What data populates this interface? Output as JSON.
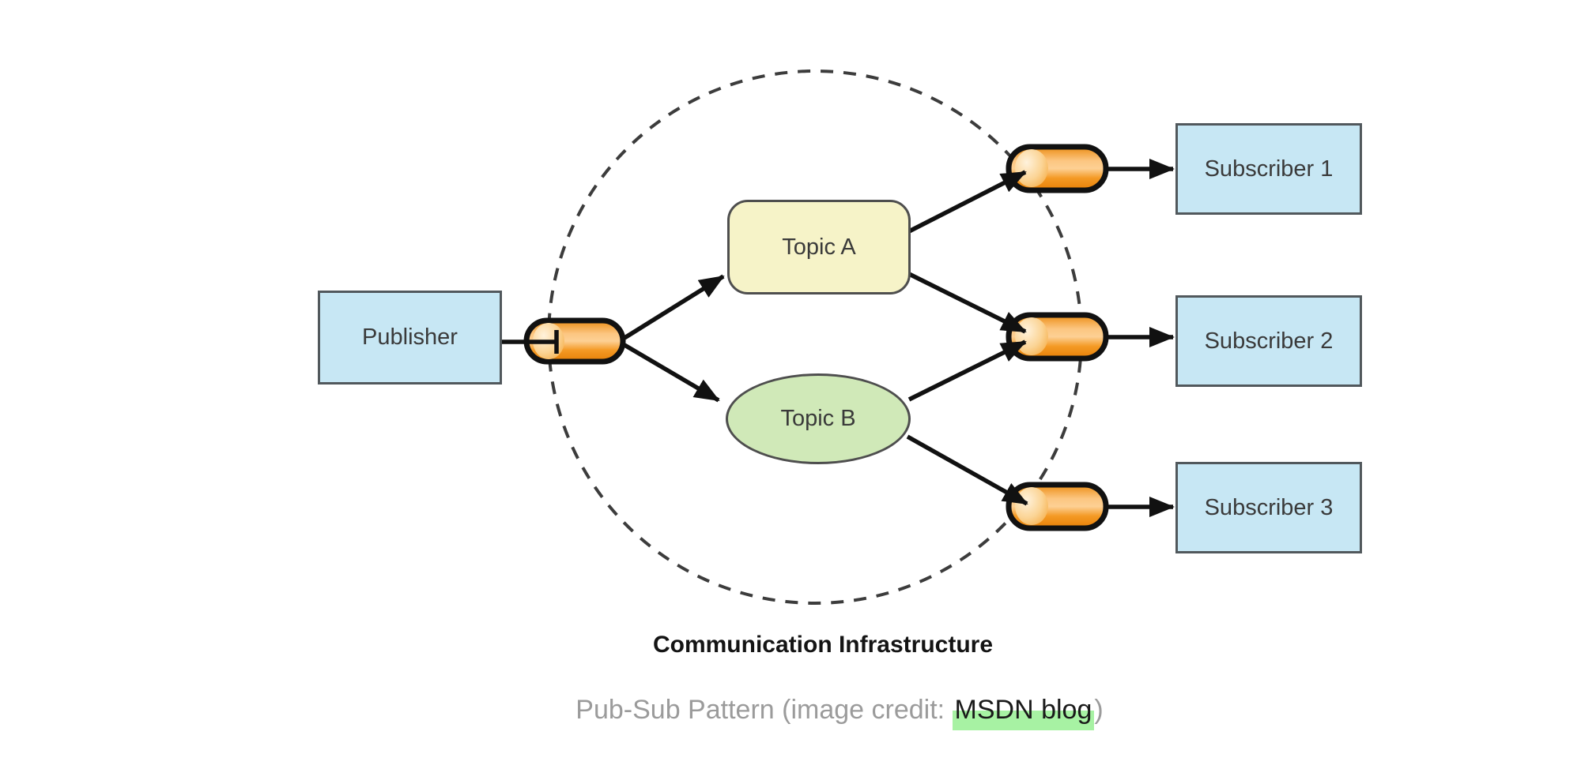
{
  "diagram": {
    "nodes": {
      "publisher": {
        "label": "Publisher"
      },
      "topic_a": {
        "label": "Topic A"
      },
      "topic_b": {
        "label": "Topic B"
      },
      "subscriber_1": {
        "label": "Subscriber 1"
      },
      "subscriber_2": {
        "label": "Subscriber 2"
      },
      "subscriber_3": {
        "label": "Subscriber 3"
      }
    },
    "boundary_label": "Communication Infrastructure",
    "channels": {
      "count": 4,
      "description": "orange pipe/channel icons: one after publisher, one before each subscriber"
    },
    "colors": {
      "endpoint_fill": "#C7E7F4",
      "endpoint_border": "#51585C",
      "topic_a_fill": "#F6F3C8",
      "topic_b_fill": "#D0E9B8",
      "topic_border": "#4E4E4E",
      "channel_orange": "#F6921E",
      "channel_border": "#111111",
      "connector_black": "#111111",
      "boundary_dash": "#3C3C3C",
      "caption_gray": "#9B9B9B",
      "link_highlight_green": "#A7F2A3",
      "link_text": "#1A1A1A"
    }
  },
  "caption": {
    "prefix": "Pub-Sub Pattern (image credit: ",
    "link_text": "MSDN blog",
    "suffix": ")"
  }
}
